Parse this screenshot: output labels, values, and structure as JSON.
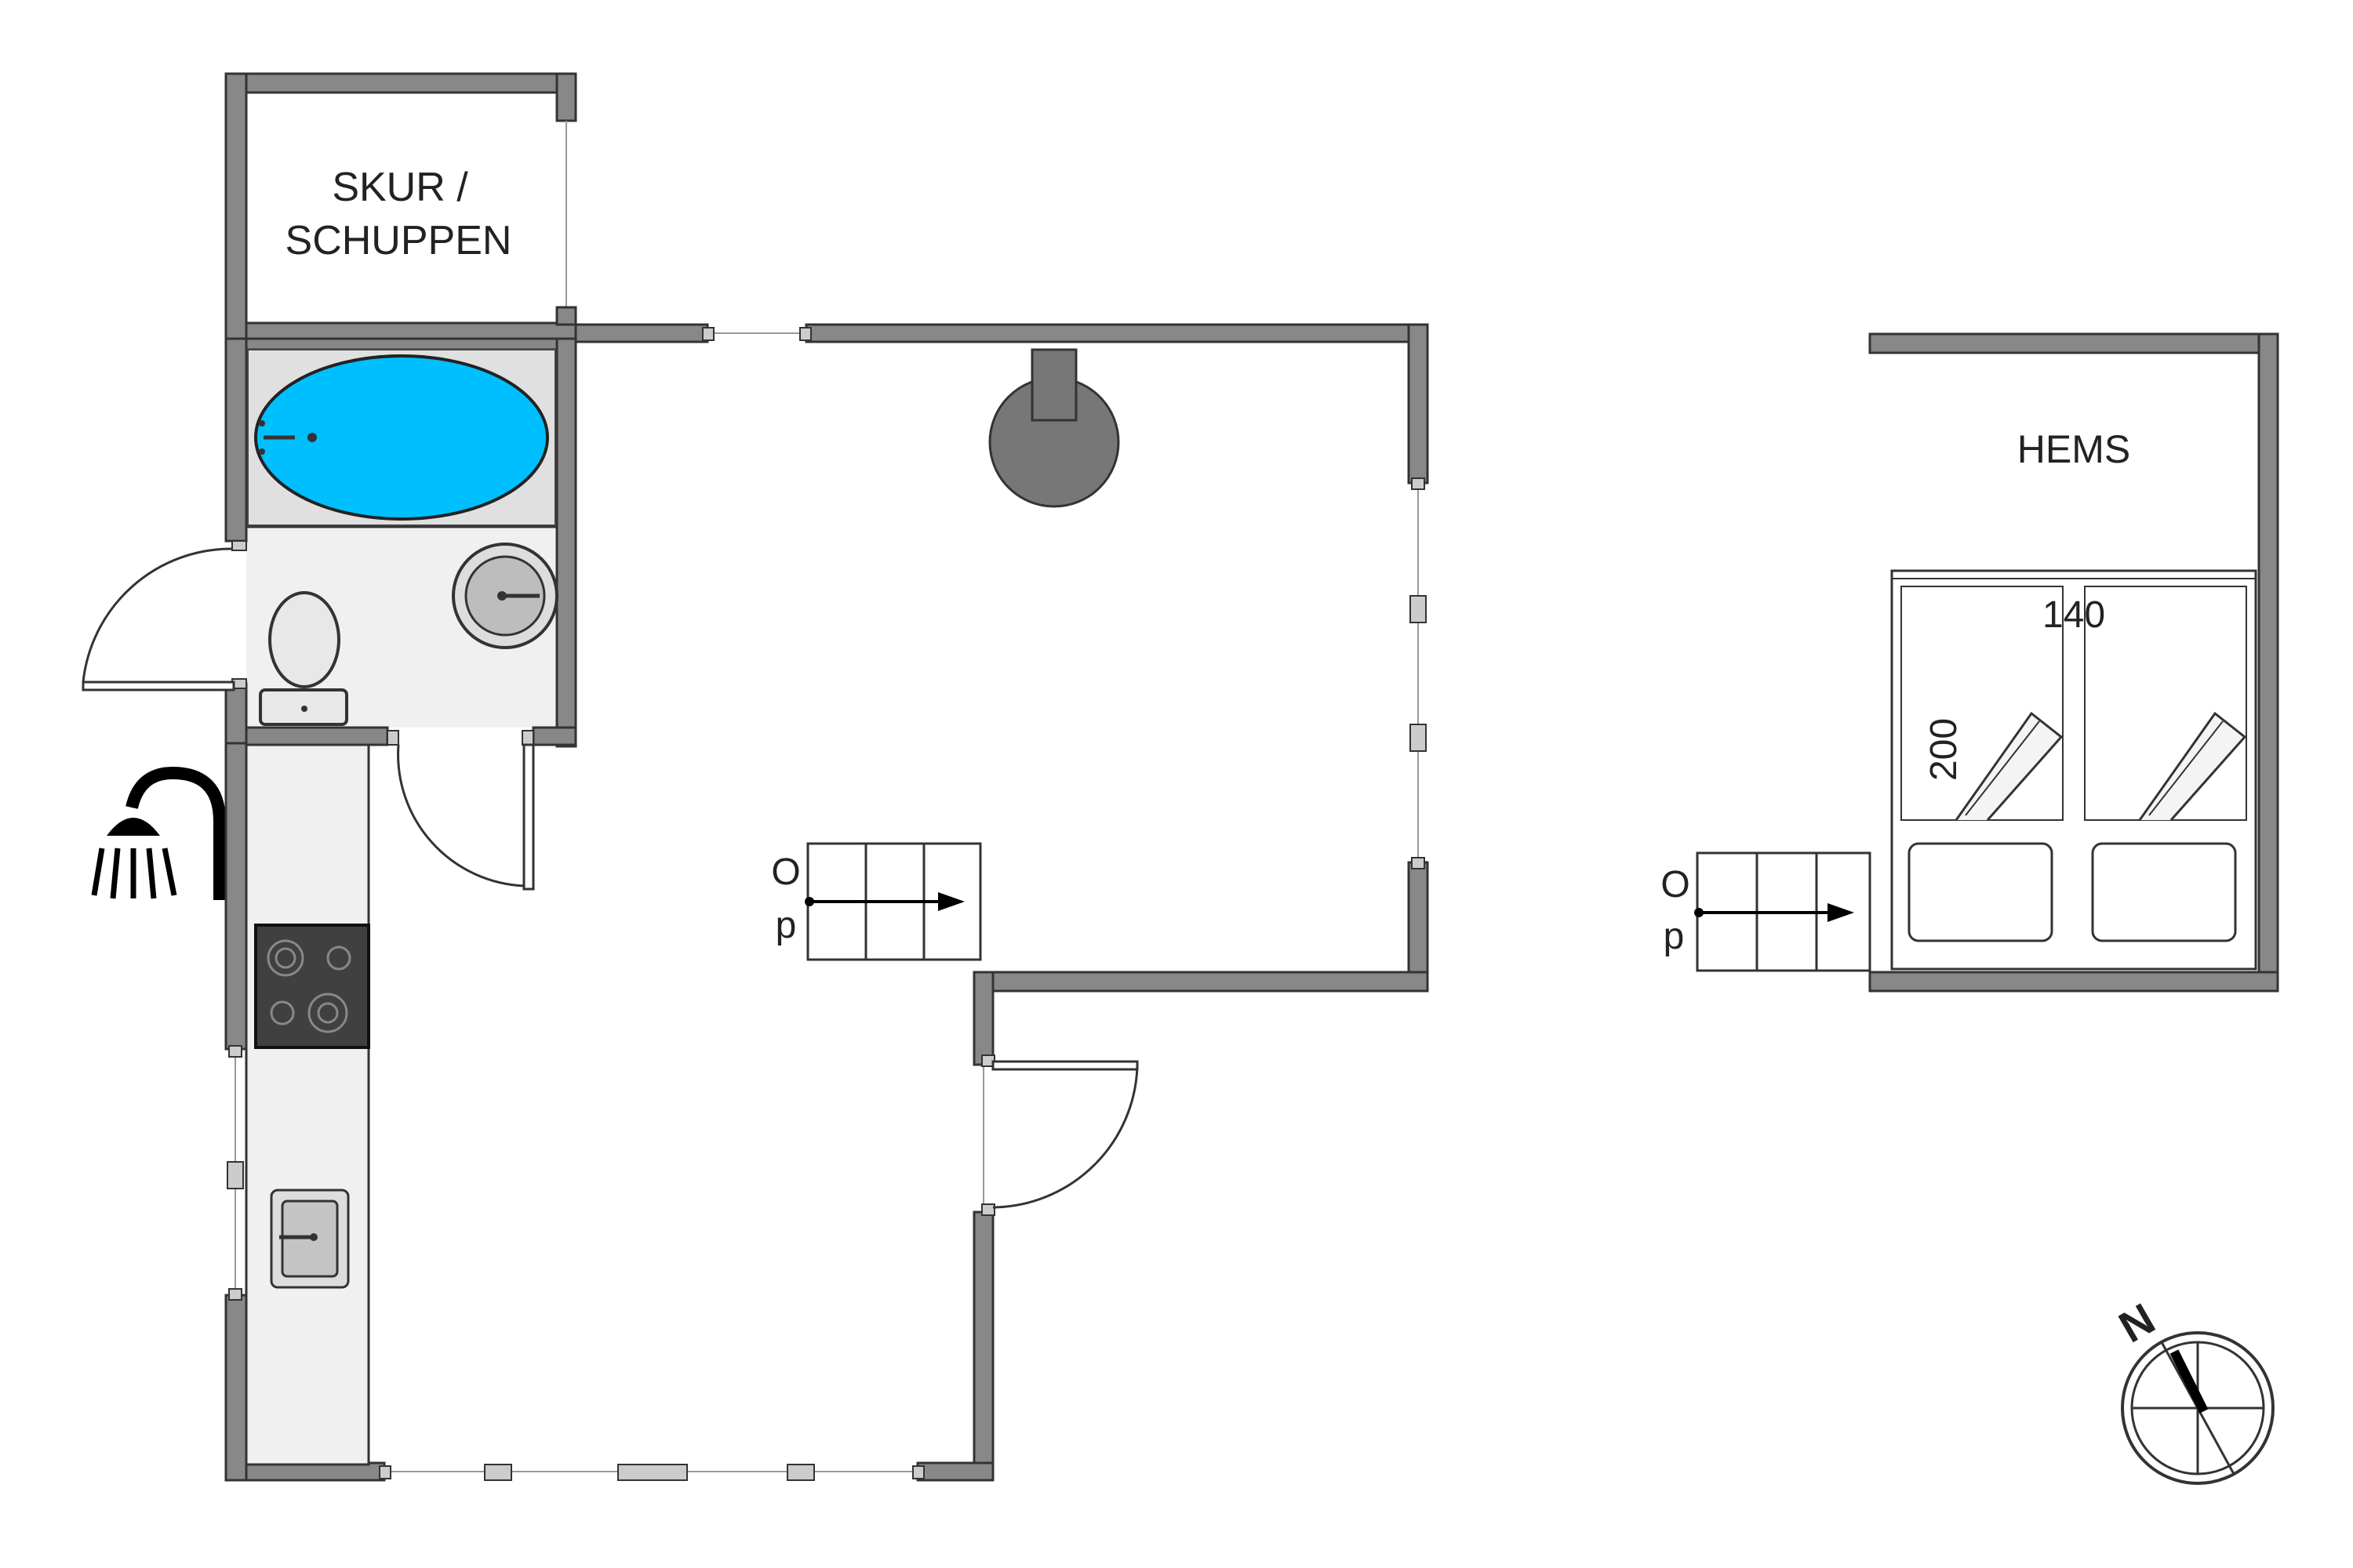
{
  "rooms": {
    "shed_line1": "SKUR /",
    "shed_line2": "SCHUPPEN",
    "loft": "HEMS"
  },
  "bed": {
    "width": "140",
    "length": "200"
  },
  "stairs": {
    "main": {
      "label_top": "O",
      "label_bottom": "p"
    },
    "loft": {
      "label_top": "O",
      "label_bottom": "p"
    }
  },
  "compass": {
    "label": "N"
  },
  "colors": {
    "wall": "#888888",
    "bathtub": "#00bfff",
    "stove": "#404040",
    "wet_area": "#f0f0f0",
    "stove_column": "#777777"
  },
  "icons": [
    "shower-icon",
    "compass-icon",
    "bathtub-icon",
    "toilet-icon",
    "sink-icon",
    "stove-icon",
    "stove-hob-icon",
    "kitchen-sink-icon",
    "door-icon",
    "staircase-icon",
    "bed-icon",
    "pillow-icon"
  ]
}
